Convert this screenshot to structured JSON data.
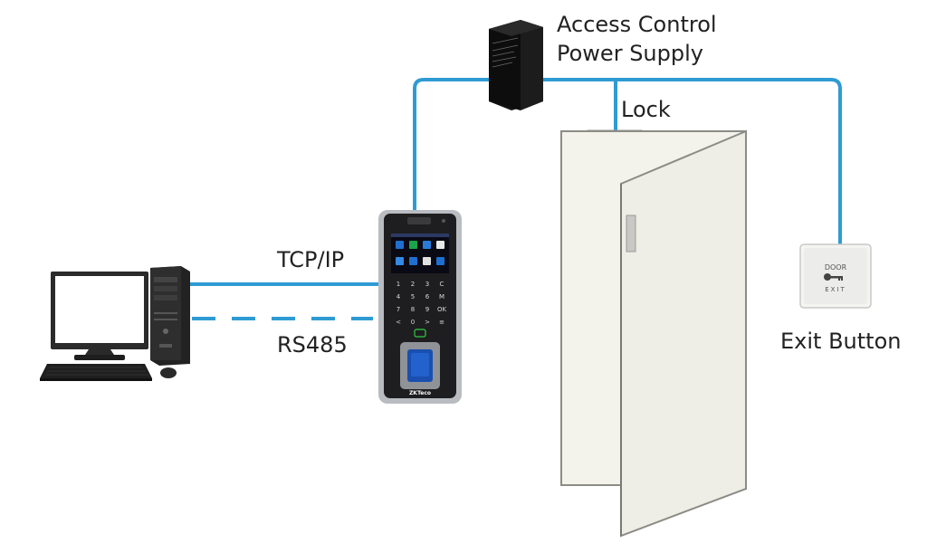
{
  "diagram": {
    "power_supply_label_line1": "Access Control",
    "power_supply_label_line2": "Power Supply",
    "lock_label": "Lock",
    "tcpip_label": "TCP/IP",
    "rs485_label": "RS485",
    "exit_button_label": "Exit Button"
  },
  "exit_button": {
    "line1": "DOOR",
    "line2": "EXIT"
  },
  "terminal": {
    "brand": "ZKTeco",
    "keypad_keys": [
      "1",
      "2",
      "3",
      "C",
      "4",
      "5",
      "6",
      "M",
      "7",
      "8",
      "9",
      "OK",
      "<",
      "0",
      ">",
      "≡"
    ]
  },
  "colors": {
    "connection_line": "#2f9bd3",
    "door": "#f1f1e8",
    "door_outline": "#8c8c86",
    "terminal_body": "#1e1e20",
    "terminal_frame": "#b9bcc0",
    "screen_accent": "#1f6fd0"
  }
}
